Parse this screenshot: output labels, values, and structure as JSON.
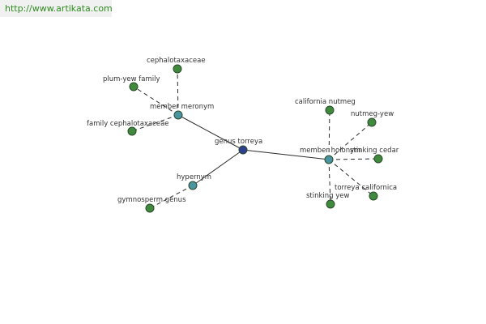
{
  "watermark": {
    "url": "http://www.artikata.com"
  },
  "colors": {
    "center_node": "#2f3f8f",
    "relation_node": "#4a93a0",
    "leaf_node": "#3f8a3c",
    "node_border": "#2b4a2b"
  },
  "graph": {
    "center": {
      "label": "genus torreya"
    },
    "relations": [
      {
        "id": "meronym",
        "label": "member meronym"
      },
      {
        "id": "holonym",
        "label": "member holonym"
      },
      {
        "id": "hypernym",
        "label": "hypernym"
      }
    ],
    "leaves": {
      "cephalotaxaceae": "cephalotaxaceae",
      "plum_yew_family": "plum-yew family",
      "family_cephalotaxaceae": "family cephalotaxaceae",
      "california_nutmeg": "california nutmeg",
      "nutmeg_yew": "nutmeg-yew",
      "stinking_cedar": "stinking cedar",
      "torreya_californica": "torreya californica",
      "stinking_yew": "stinking yew",
      "gymnosperm_genus": "gymnosperm genus"
    }
  }
}
